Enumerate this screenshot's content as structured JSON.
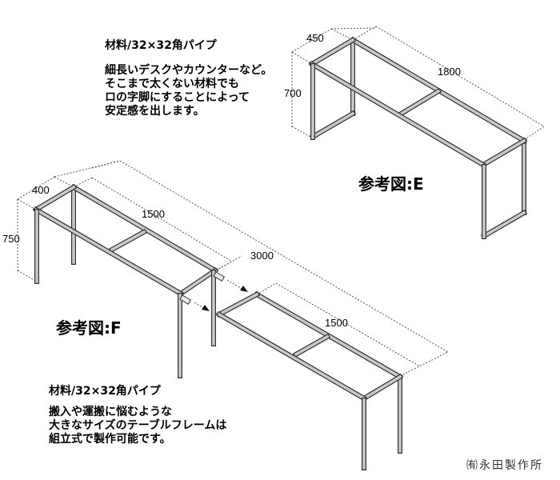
{
  "figure_e": {
    "label": "参考図:E",
    "material": "材料/32×32角パイプ",
    "description": [
      "細長いデスクやカウンターなど。",
      "そこまで太くない材料でも",
      "ロの字脚にすることによって",
      "安定感を出します。"
    ],
    "dimensions": {
      "depth": "450",
      "length": "1800",
      "height": "700"
    }
  },
  "figure_f": {
    "label": "参考図:F",
    "material": "材料/32×32角パイプ",
    "description": [
      "搬入や運搬に悩むような",
      "大きなサイズのテーブルフレームは",
      "組立式で製作可能です。"
    ],
    "dimensions": {
      "depth": "400",
      "module_length_1": "1500",
      "module_length_2": "1500",
      "total_length": "3000",
      "height": "750"
    }
  },
  "credit": "㈲永田製作所",
  "colors": {
    "pipe_light": "#c8c8c8",
    "pipe_dark": "#555555",
    "pipe_outline": "#3a3a3a",
    "dim_line": "#555555"
  }
}
